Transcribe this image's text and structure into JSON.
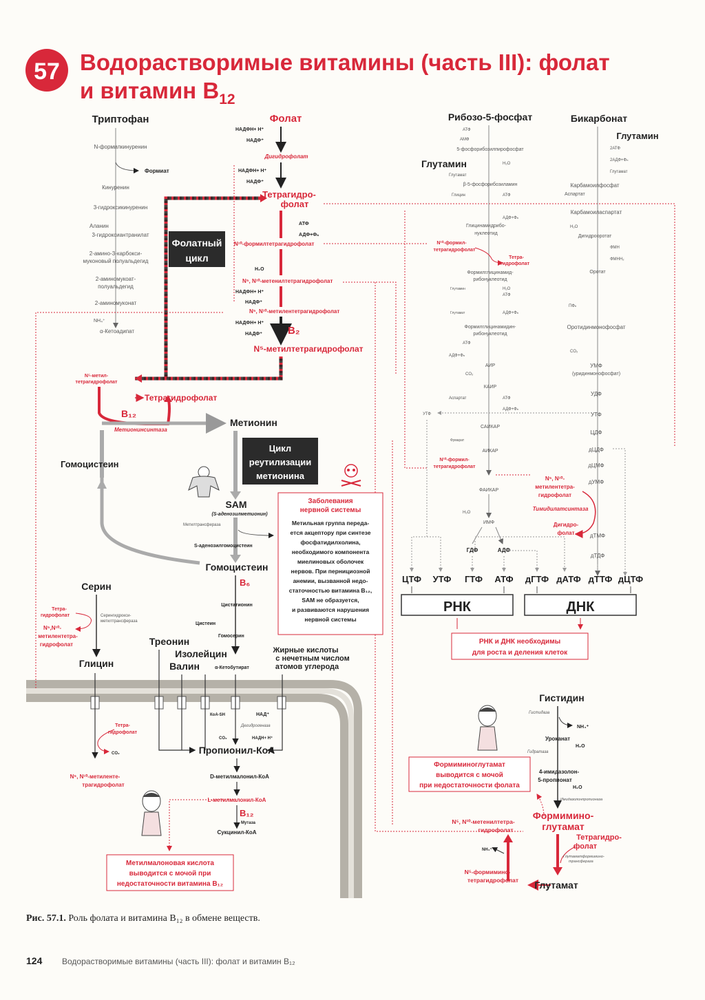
{
  "header": {
    "chapter_number": "57",
    "title_line1": "Водорастворимые витамины (часть III): фолат",
    "title_line2": "и витамин B",
    "title_sub": "12"
  },
  "colors": {
    "accent": "#d8283a",
    "text": "#333333",
    "membrane": "#b5b1a8"
  },
  "tryptophan": {
    "title": "Триптофан",
    "steps": [
      "N-формилкинуренин",
      "Формиат",
      "Кинуренин",
      "3-гидроксикинуренин",
      "Аланин",
      "3-гидроксиантранилат",
      "2-амино-3-карбокси-",
      "муконовый полуальдегид",
      "2-аминомукoат-",
      "полуальдегид",
      "2-аминомуконат",
      "NH₄⁺",
      "α-Кетоадипат"
    ]
  },
  "folate_path": {
    "folate": "Фолат",
    "nadph_h": "НАДФН+ H⁺",
    "nadp": "НАДФ⁺",
    "dihydrofolate": "Дигидрофолат",
    "thf_line1": "Тетрагидро-",
    "thf_line2": "фолат",
    "atp": "АТФ",
    "adp_p": "АДФ+Фₙ",
    "n10_formyl": "N¹⁰-формилтетрагидрофолат",
    "h2o": "H₂O",
    "methenyl": "N⁵, N¹⁰-метенилтетрагидрофолат",
    "methylene": "N⁵, N¹⁰-метилентетрагидрофолат",
    "b2": "B₂",
    "n5_methyl": "N⁵-метилтетрагидрофолат",
    "folate_cycle_line1": "Фолатный",
    "folate_cycle_line2": "цикл"
  },
  "methionine_cycle": {
    "n5_methyl_line1": "N⁵-метил-",
    "n5_methyl_line2": "тетрагидрофолат",
    "thf": "Тетрагидрофолат",
    "b12": "B₁₂",
    "synthase": "Метионинсинтаза",
    "methionine": "Метионин",
    "homocysteine": "Гомоцистеин",
    "cycle_line1": "Цикл",
    "cycle_line2": "реутилизации",
    "cycle_line3": "метионина",
    "sam": "SAM",
    "sam_full": "(S-аденозилметионин)",
    "methyltransferase": "Метилтрансфераза",
    "sah": "S-аденозилгомоцистеин",
    "homocysteine2": "Гомоцистеин",
    "b6": "B₆",
    "cystathionine": "Цистатионин",
    "cysteine": "Цистеин",
    "homoserine": "Гомосерин"
  },
  "nerve_box": {
    "title_line1": "Заболевания",
    "title_line2": "нервной системы",
    "lines": [
      "Метильная группа переда-",
      "ется акцептору при синтезе",
      "фосфатидилхолина,",
      "необходимого компонента",
      "миелиновых оболочек",
      "нервов. При пернициозной",
      "анемии, вызванной недо-",
      "статочностью витамина B₁₂,",
      "SAM не образуется,",
      "и развиваются нарушения",
      "нервной системы"
    ]
  },
  "serine": {
    "serine": "Серин",
    "thf_line1": "Тетра-",
    "thf_line2": "гидрофолат",
    "methylene_line1": "N⁵,N¹⁰-",
    "methylene_line2": "метилентетра-",
    "methylene_line3": "гидрофолат",
    "enzyme_line1": "Серингидрокси-",
    "enzyme_line2": "метилтрансфераза",
    "glycine": "Глицин"
  },
  "propionyl": {
    "threonine": "Треонин",
    "isoleucine": "Изолейцин",
    "valine": "Валин",
    "ketobutyrate": "α-Кетобутират",
    "fatty_line1": "Жирные кислоты",
    "fatty_line2": "с нечетным числом",
    "fatty_line3": "атомов углерода",
    "coa_sh": "КоА-SH",
    "nad": "НАД⁺",
    "dehydrogenase": "Дегидрогеназа",
    "co2": "CO₂",
    "nadh": "НАДН+ H⁺",
    "propionyl_coa": "Пропионил-КоА",
    "d_methylmalonyl": "D-метилмалонил-КоА",
    "l_methylmalonyl": "L-метилмалонил-КоА",
    "b12": "B₁₂",
    "mutase": "Мутаза",
    "succinyl": "Сукцинил-КоА",
    "thf_line1": "Тетра-",
    "thf_line2": "гидрофолат",
    "co2_left": "CO₂",
    "methylene_line1": "N⁵, N¹⁰-метиленте-",
    "methylene_line2": "трагидрофолат",
    "box_line1": "Метилмалоновая кислота",
    "box_line2": "выводится с мочой при",
    "box_line3": "недостаточности витамина B₁₂"
  },
  "purine": {
    "ribose": "Рибозо-5-фосфат",
    "atp": "АТФ",
    "amp": "АМФ",
    "prpp": "5-фосфорибозилпирофосфат",
    "glutamine": "Глутамин",
    "h2o": "H₂O",
    "glutamate": "Глутамат",
    "ribosylamine": "β-5-фосфорибозиламин",
    "glycine": "Глицин",
    "atp2": "АТФ",
    "adp": "АДФ+Фₙ",
    "gar_line1": "Глицинамидрибо-",
    "gar_line2": "нуклеотид",
    "n10_line1": "N¹⁰-формил-",
    "n10_line2": "тетрагидрофолат",
    "thf_line1": "Тетра-",
    "thf_line2": "гидрофолат",
    "fgar_line1": "Формилглицинамид-",
    "fgar_line2": "рибонуклеотид",
    "glutamine2": "Глутамин",
    "glutamate2": "Глутамат",
    "adp2": "АДФ+Фₙ",
    "fgam_line1": "Формилглицинамидин-",
    "fgam_line2": "рибонуклеотид",
    "air": "АИР",
    "co2": "CO₂",
    "cair": "КАИР",
    "aspartate": "Аспартат",
    "saicar": "САИКАР",
    "fumarate": "Фумарат",
    "aicar": "АИКАР",
    "n10b_line1": "N¹⁰-формил-",
    "n10b_line2": "тетрагидрофолат",
    "faicar": "ФАИКАР",
    "h2o2": "H₂O",
    "imp": "ИМФ",
    "gdp": "ГДФ",
    "adp3": "АДФ"
  },
  "pyrimidine": {
    "bicarbonate": "Бикарбонат",
    "glutamine": "Глутамин",
    "atp2": "2АТФ",
    "adp2": "2АДФ+Фₙ",
    "glutamate": "Глутамат",
    "carbamoyl_p": "Карбамоилфосфат",
    "aspartate": "Аспартат",
    "carbamoyl_asp": "Карбамоиласпартат",
    "h2o": "H₂O",
    "dihydroorotate": "Дигидрооротат",
    "fmn": "ФМН",
    "fmnh": "ФМНН₂",
    "orotate": "Оротат",
    "ppn": "ПФₙ",
    "omp": "Оротидинмонофосфат",
    "co2": "CO₂",
    "ump": "УМФ",
    "ump_full": "(уридинмонофосфат)",
    "udp": "УДФ",
    "utp": "УТФ",
    "utp_left": "УТФ",
    "ctp": "ЦДФ",
    "dcdp": "дЦДФ",
    "dcmp": "дЦМФ",
    "dump": "дУМФ",
    "mthf_line1": "N⁵, N¹⁰-",
    "mthf_line2": "метилентетра-",
    "mthf_line3": "гидрофолат",
    "ts": "Тимидилатсинтаза",
    "dhf_line1": "Дигидро-",
    "dhf_line2": "фолат",
    "dtmp": "дТМФ",
    "dtdp": "дТДФ"
  },
  "nucleotides": {
    "items": [
      "ЦТФ",
      "УТФ",
      "ГТФ",
      "АТФ",
      "дГТФ",
      "дАТФ",
      "дТТФ",
      "дЦТФ"
    ],
    "rna": "РНК",
    "dna": "ДНК",
    "growth_line1": "РНК и ДНК необходимы",
    "growth_line2": "для роста и деления клеток"
  },
  "histidine": {
    "histidine": "Гистидин",
    "histidase": "Гистидаза",
    "nh4": "NH₄⁺",
    "urocanate": "Урокaнат",
    "hydratase": "Гидратаза",
    "h2o": "H₂O",
    "imidazolone_line1": "4-имидазолон-",
    "imidazolone_line2": "5-пропионат",
    "h2o2": "H₂O",
    "enzyme": "Имидазолонпропионаза",
    "figlu_line1": "Формимино-",
    "figlu_line2": "глутамат",
    "thf_line1": "Тетрагидро-",
    "thf_line2": "фолат",
    "transferase_line1": "Глутаматформимино-",
    "transferase_line2": "трансфераза",
    "methenyl_line1": "N⁵, N¹⁰-метенилтетра-",
    "methenyl_line2": "гидрофолат",
    "nh4b": "NH₄⁺",
    "formimino_line1": "N⁵-формимино-",
    "formimino_line2": "тетрагидрофолат",
    "glutamate": "Глутамат",
    "box_line1": "Формиминоглутамат",
    "box_line2": "выводится с мочой",
    "box_line3": "при недостаточности фолата"
  },
  "caption": {
    "label": "Рис. 57.1.",
    "text": " Роль фолата и витамина B₁₂ в обмене веществ."
  },
  "footer": {
    "page_number": "124",
    "text": "Водорастворимые витамины (часть III): фолат и витамин B₁₂"
  }
}
